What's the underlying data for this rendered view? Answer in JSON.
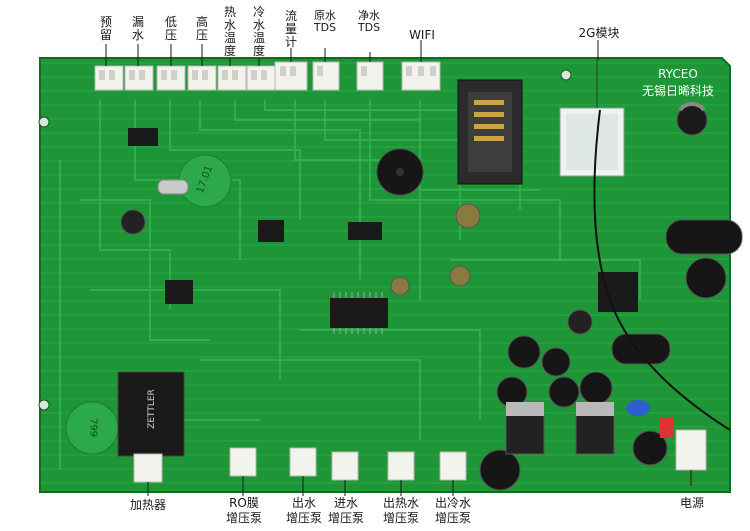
{
  "top_labels": [
    {
      "id": "preset",
      "text": "预留"
    },
    {
      "id": "leak",
      "text": "漏水"
    },
    {
      "id": "low-pressure",
      "text": "低压"
    },
    {
      "id": "high-pressure",
      "text": "高压"
    },
    {
      "id": "hot-water-temp",
      "text": "热水温度"
    },
    {
      "id": "cold-water-temp",
      "text": "冷水温度"
    },
    {
      "id": "flow-meter",
      "text": "流量计"
    },
    {
      "id": "raw-water-tds",
      "text": "原水TDS"
    },
    {
      "id": "pure-water-tds",
      "text": "净水TDS"
    }
  ],
  "wifi_label": "WIFI",
  "module_2g_label": "2G模块",
  "brand": {
    "name": "RYCEO",
    "company": "无锡日晞科技"
  },
  "bottom_labels": [
    {
      "id": "heater",
      "text": "加热器"
    },
    {
      "id": "ro-booster",
      "line1": "RO膜",
      "line2": "增压泵"
    },
    {
      "id": "outlet-booster",
      "line1": "出水",
      "line2": "增压泵"
    },
    {
      "id": "inlet-booster",
      "line1": "进水",
      "line2": "增压泵"
    },
    {
      "id": "hot-outlet-booster",
      "line1": "出热水",
      "line2": "增压泵"
    },
    {
      "id": "cold-outlet-booster",
      "line1": "出冷水",
      "line2": "增压泵"
    },
    {
      "id": "power",
      "text": "电源"
    }
  ],
  "board_marks": {
    "green_sticker_1": "17.01",
    "green_sticker_2": "799",
    "relay_brand": "ZETTLER"
  },
  "colors": {
    "pcb": "#1f9a3a",
    "pcb_dark": "#137a2b",
    "trace": "#2fb04d",
    "connector": "#f2f2ee",
    "ic": "#1c1c1c"
  }
}
